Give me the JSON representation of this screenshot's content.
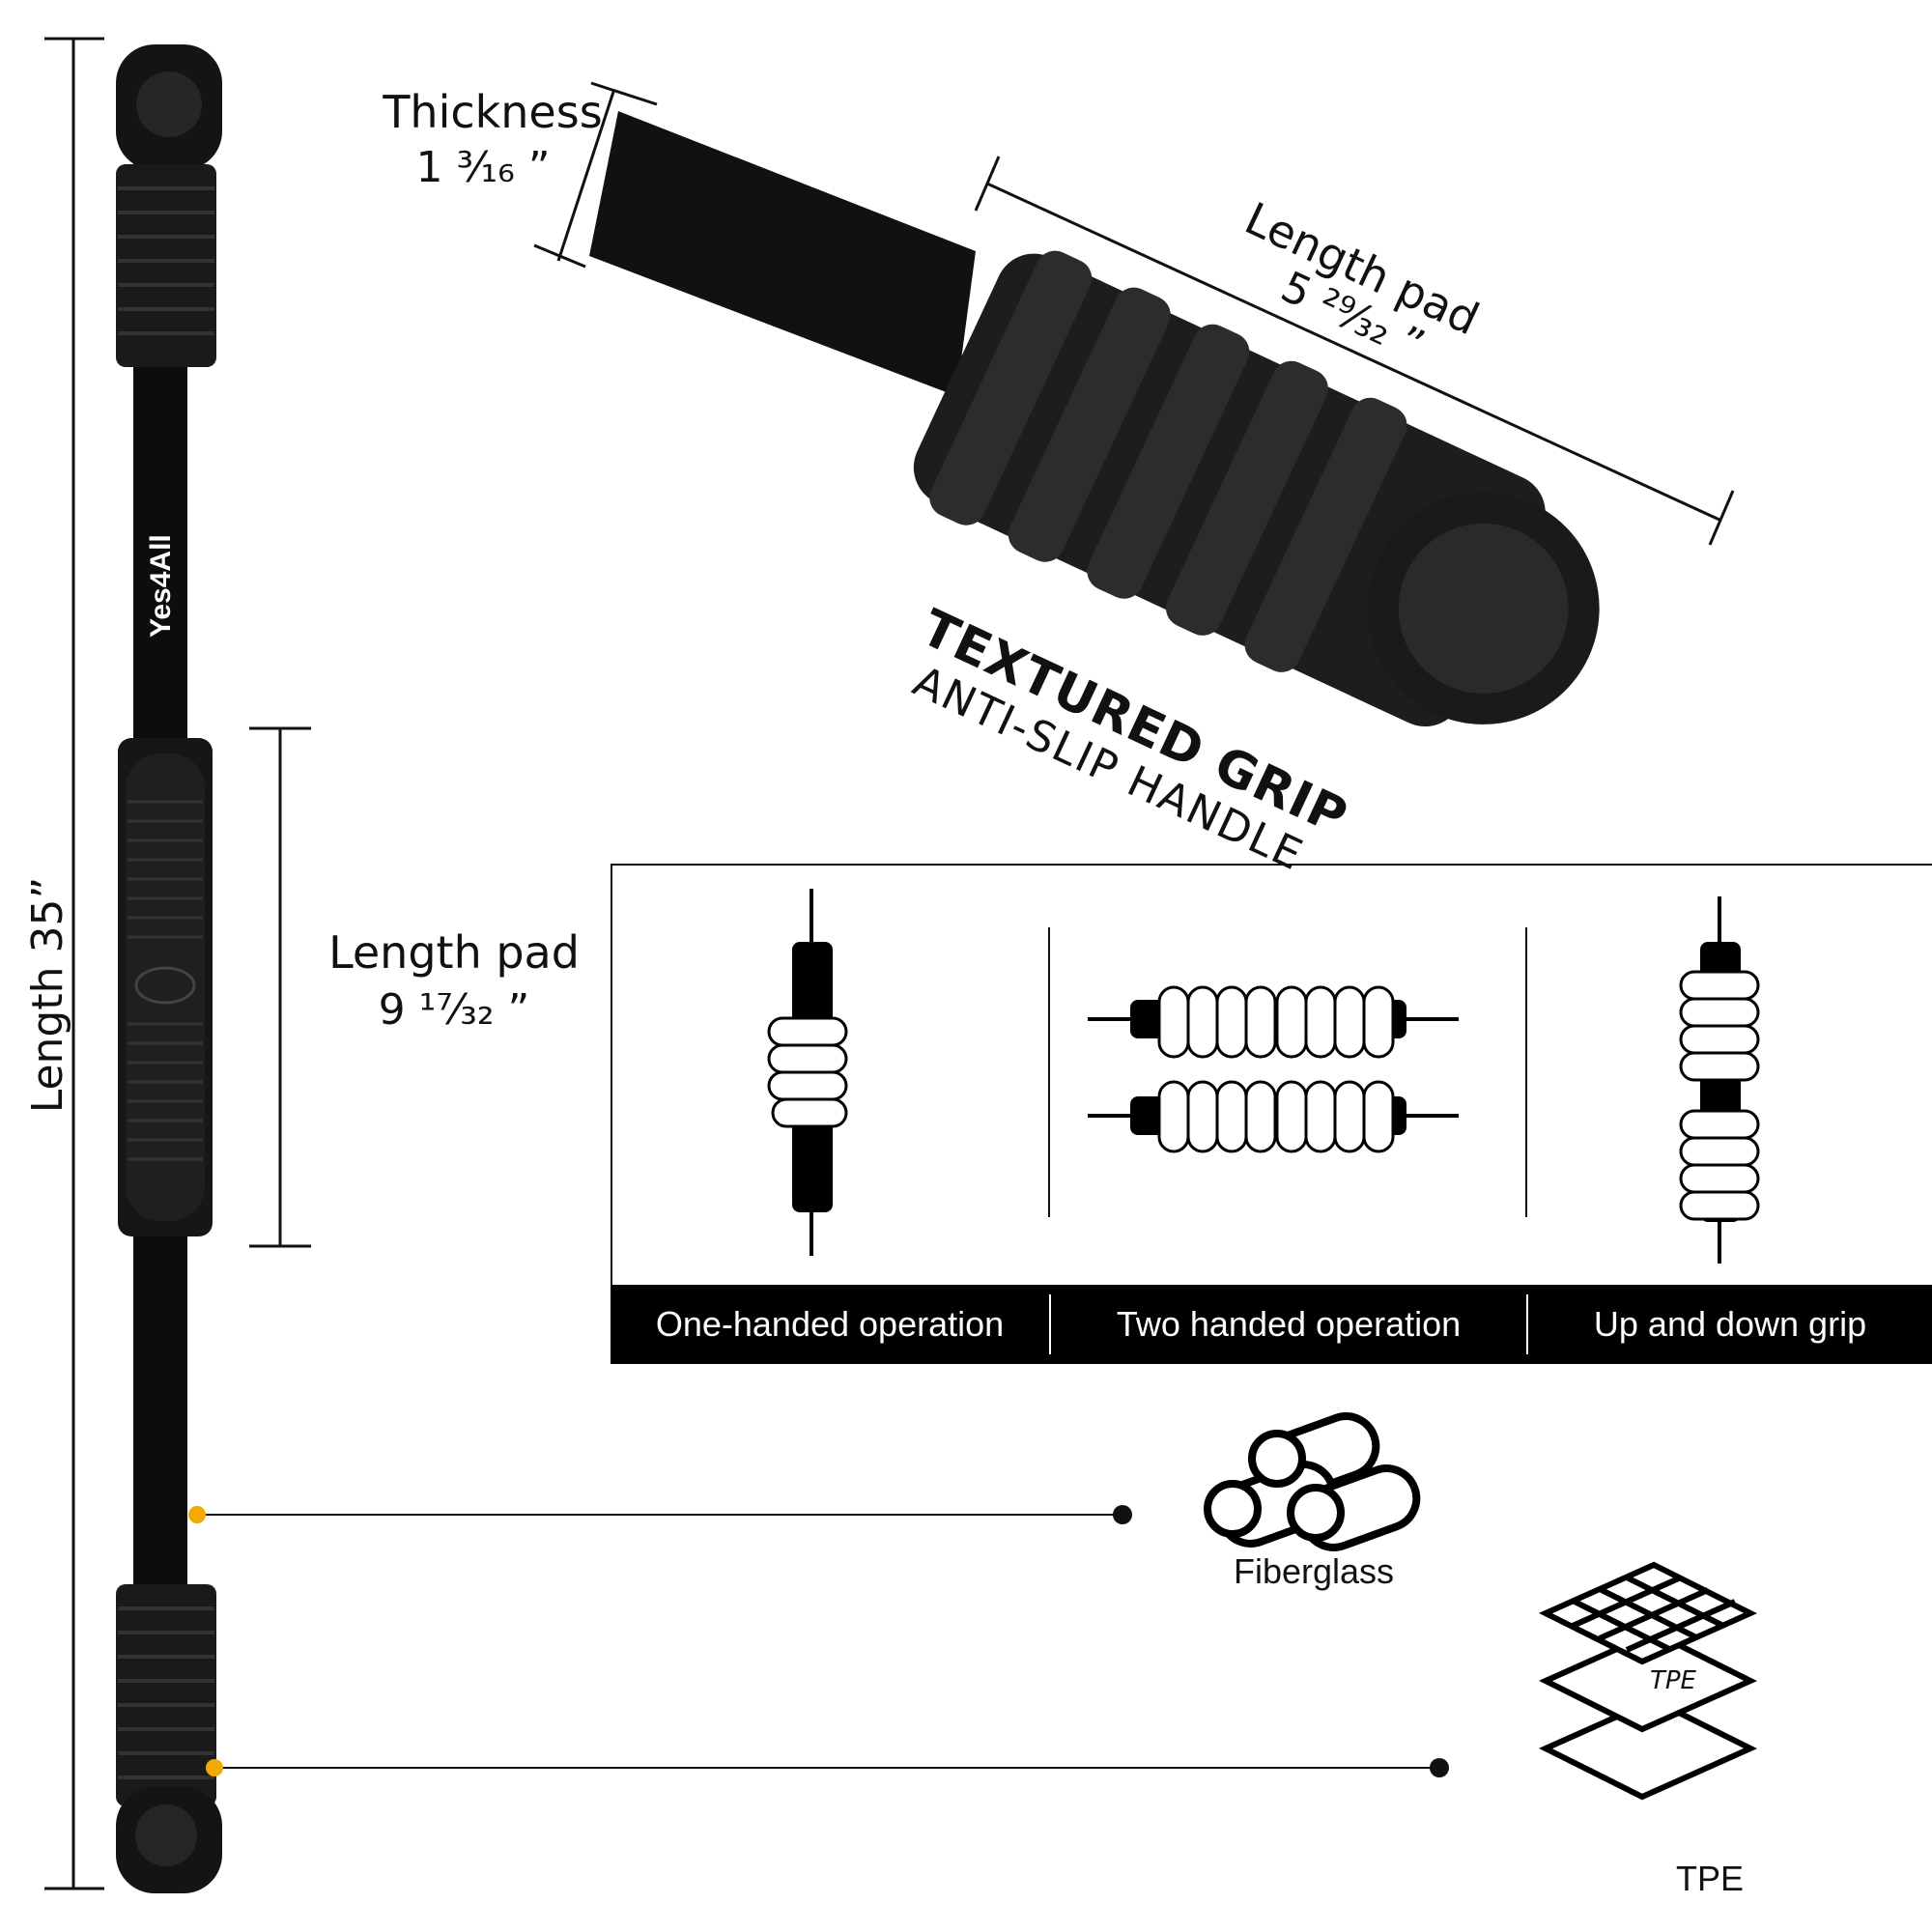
{
  "dimensions": {
    "total_length": "Length 35”",
    "thickness_label": "Thickness",
    "thickness_value": "1 ³⁄₁₆ ”",
    "pad_label": "Length pad",
    "pad_value": "9 ¹⁷⁄₃₂ ”",
    "end_pad_label": "Length pad",
    "end_pad_value": "5 ²⁹⁄₃₂ ”"
  },
  "grip": {
    "title": "TEXTURED GRIP",
    "subtitle": "ANTI-SLIP HANDLE"
  },
  "brand": {
    "logo_text": "Yes4All"
  },
  "operations": [
    {
      "label": "One-handed operation",
      "icon": "one-hand-grip-icon"
    },
    {
      "label": "Two handed operation",
      "icon": "two-hand-grip-icon"
    },
    {
      "label": "Up and down grip",
      "icon": "up-down-grip-icon"
    }
  ],
  "materials": {
    "fiberglass": {
      "label": "Fiberglass",
      "icon": "fiberglass-rods-icon"
    },
    "tpe": {
      "label": "TPE",
      "layer_label": "TPE",
      "icon": "tpe-layers-icon"
    }
  },
  "colors": {
    "accent": "#f2a900",
    "product": "#0d0d0d",
    "ink": "#111111"
  }
}
